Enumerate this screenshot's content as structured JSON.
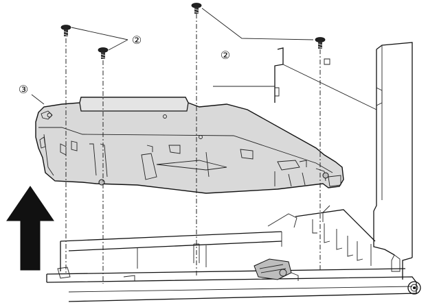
{
  "figure": {
    "callouts": [
      {
        "id": "screws-left",
        "label": "②"
      },
      {
        "id": "screws-right",
        "label": "②"
      },
      {
        "id": "unit",
        "label": "③"
      }
    ],
    "icons": [
      "screw-icon",
      "up-arrow-icon"
    ],
    "colors": {
      "line": "#111111",
      "unit_fill": "#d9d9d9",
      "arrow": "#111111",
      "background": "#ffffff"
    }
  }
}
